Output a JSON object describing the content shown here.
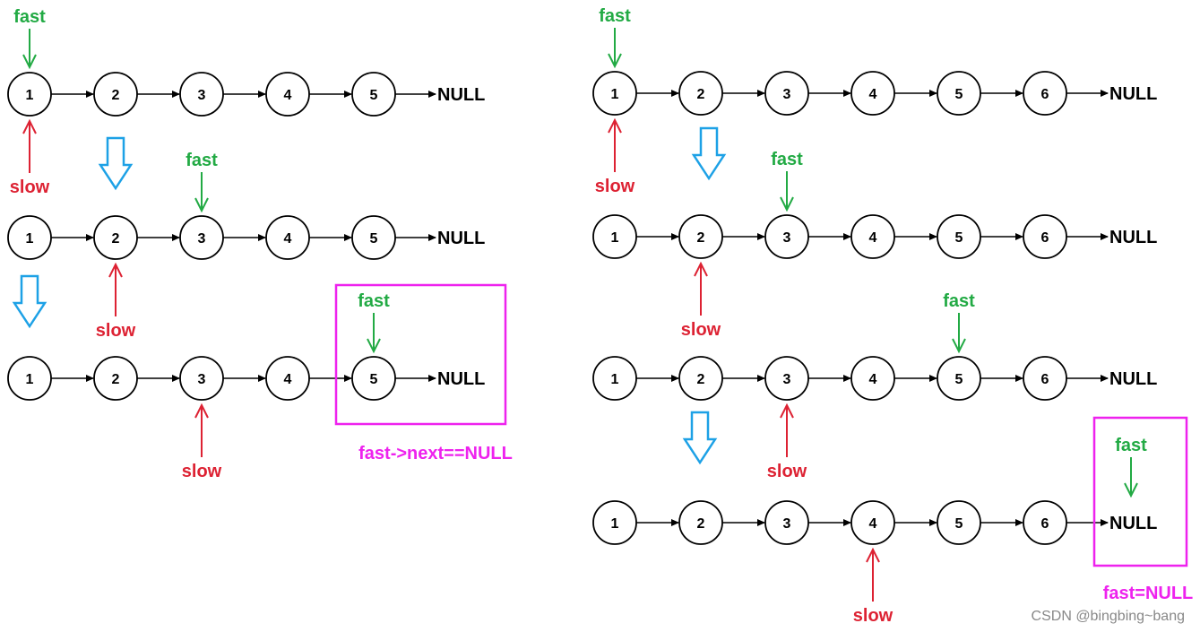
{
  "null_text": "NULL",
  "fast_text": "fast",
  "slow_text": "slow",
  "colors": {
    "fast": "#22aa44",
    "slow": "#dd2233",
    "step_arrow": "#1da1e6",
    "highlight": "#ee22ee",
    "node_stroke": "#000000"
  },
  "left_panel": {
    "rows": [
      {
        "nodes": [
          "1",
          "2",
          "3",
          "4",
          "5"
        ],
        "fast_index": 0,
        "slow_index": 0
      },
      {
        "nodes": [
          "1",
          "2",
          "3",
          "4",
          "5"
        ],
        "fast_index": 2,
        "slow_index": 1
      },
      {
        "nodes": [
          "1",
          "2",
          "3",
          "4",
          "5"
        ],
        "fast_index": 4,
        "slow_index": 2
      }
    ],
    "condition": "fast->next==NULL"
  },
  "right_panel": {
    "rows": [
      {
        "nodes": [
          "1",
          "2",
          "3",
          "4",
          "5",
          "6"
        ],
        "fast_index": 0,
        "slow_index": 0
      },
      {
        "nodes": [
          "1",
          "2",
          "3",
          "4",
          "5",
          "6"
        ],
        "fast_index": 2,
        "slow_index": 1
      },
      {
        "nodes": [
          "1",
          "2",
          "3",
          "4",
          "5",
          "6"
        ],
        "fast_index": 4,
        "slow_index": 2
      },
      {
        "nodes": [
          "1",
          "2",
          "3",
          "4",
          "5",
          "6"
        ],
        "fast_index": "null",
        "slow_index": 3
      }
    ],
    "condition": "fast=NULL"
  },
  "watermark": "CSDN @bingbing~bang"
}
